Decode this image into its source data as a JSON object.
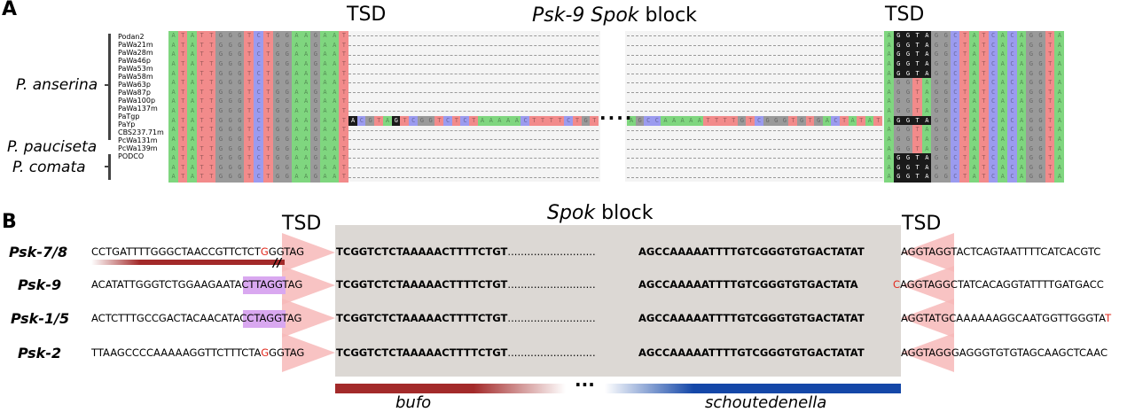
{
  "panelA": {
    "letter": "A",
    "tsd_left": "TSD",
    "tsd_right": "TSD",
    "block_title_italic": "Psk-9 Spok",
    "block_title_plain": "block",
    "strains": [
      "Podan2",
      "PaWa21m",
      "PaWa28m",
      "PaWa46p",
      "PaWa53m",
      "PaWa58m",
      "PaWa63p",
      "PaWa87p",
      "PaWa100p",
      "PaWa137m",
      "PaTgp",
      "PaYp",
      "CBS237.71m",
      "PcWa131m",
      "PcWa139m",
      "PODCO"
    ],
    "species": [
      "P. anserina",
      "P. pauciseta",
      "P. comata"
    ],
    "colors": {
      "A": "#7fd67f",
      "T": "#f28b8b",
      "G": "#9a9a9a",
      "C": "#9b9bef",
      "N": "#1a1a1a"
    }
  },
  "panelB": {
    "letter": "B",
    "tsd_left": "TSD",
    "tsd_right": "TSD",
    "block_title_italic": "Spok",
    "block_title_plain": "block",
    "rows": [
      {
        "label": "Psk-7/8",
        "left_a": "CCTGATTTTGGGCTAACCGTTCTCT",
        "left_red": "G",
        "left_b": "GGTAG",
        "bold_left": "TCGGTCTCTAAAAACTTTTCTGT",
        "dots": "...........................",
        "bold_right": "AGCCAAAAATTTTGTCGGGTGTGACTATAT",
        "right_red": "",
        "right": "AGGTAGGTACTCAGTAATTTTCATCACGTC"
      },
      {
        "label": "Psk-9",
        "left_a": "ACATATTGGGTCTGGAAGA",
        "left_red": "",
        "left_b": "ATACTTAGGTAG",
        "bold_left": "TCGGTCTCTAAAAACTTTTCTGT",
        "dots": "...........................",
        "bold_right": "AGCCAAAAATTTTGTCGGGTGTGACTATA",
        "right_red": "C",
        "right": "AGGTAGGCTATCACAGGTATTTTGATGACC"
      },
      {
        "label": "Psk-1/5",
        "left_a": "ACTCTTTGCCGACTACAAC",
        "left_red": "",
        "left_b": "ATACCTAGGTAG",
        "bold_left": "TCGGTCTCTAAAAACTTTTCTGT",
        "dots": "...........................",
        "bold_right": "AGCCAAAAATTTTGTCGGGTGTGACTATAT",
        "right_red": "T",
        "right": "AGGTATGCAAAAAAGGCAATGGTTGGGTA"
      },
      {
        "label": "Psk-2",
        "left_a": "TTAAGCCCCAAAAAGGTTCTTTCTA",
        "left_red": "G",
        "left_b": "GGTAG",
        "bold_left": "TCGGTCTCTAAAAACTTTTCTGT",
        "dots": "...........................",
        "bold_right": "AGCCAAAAATTTTGTCGGGTGTGACTATAT",
        "right_red": "",
        "right": "AGGTAGGGAGGGTGTGTAGCAAGCTCAAC"
      }
    ],
    "bottom_labels": {
      "left": "bufo",
      "right": "schoutedenella",
      "ellipsis": "···"
    },
    "colors": {
      "bufo": "#a32a2a",
      "schoutedenella": "#1447a8",
      "block_bg": "#dcd8d4",
      "tsd": "#f7b8b8",
      "highlight": "#d9a8f0"
    }
  }
}
